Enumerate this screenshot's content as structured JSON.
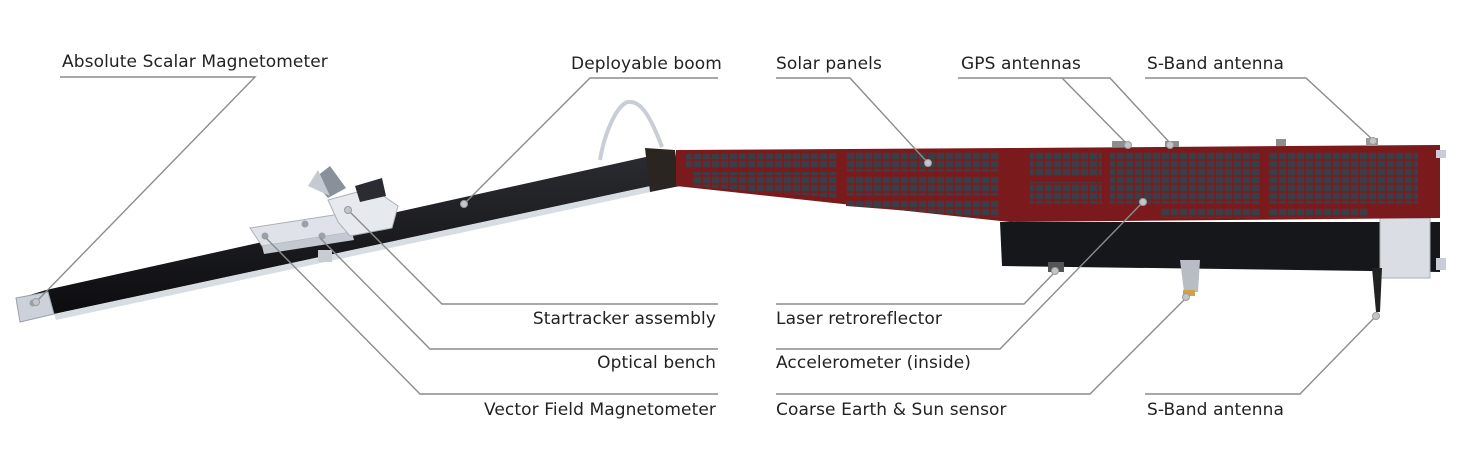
{
  "labels": {
    "absolute_scalar_magnetometer": "Absolute Scalar Magnetometer",
    "deployable_boom": "Deployable boom",
    "solar_panels": "Solar panels",
    "gps_antennas": "GPS antennas",
    "s_band_antenna_top": "S-Band antenna",
    "startracker_assembly": "Startracker assembly",
    "optical_bench": "Optical bench",
    "vector_field_magnetometer": "Vector Field Magnetometer",
    "laser_retroreflector": "Laser retroreflector",
    "accelerometer": "Accelerometer (inside)",
    "coarse_earth_sun_sensor": "Coarse Earth & Sun sensor",
    "s_band_antenna_bottom": "S-Band antenna"
  },
  "colors": {
    "panel_red": "#7a1a1c",
    "cell_dark": "#3b3e47",
    "boom_black": "#121316",
    "leader_line": "#8c8c8c",
    "text": "#222222"
  }
}
